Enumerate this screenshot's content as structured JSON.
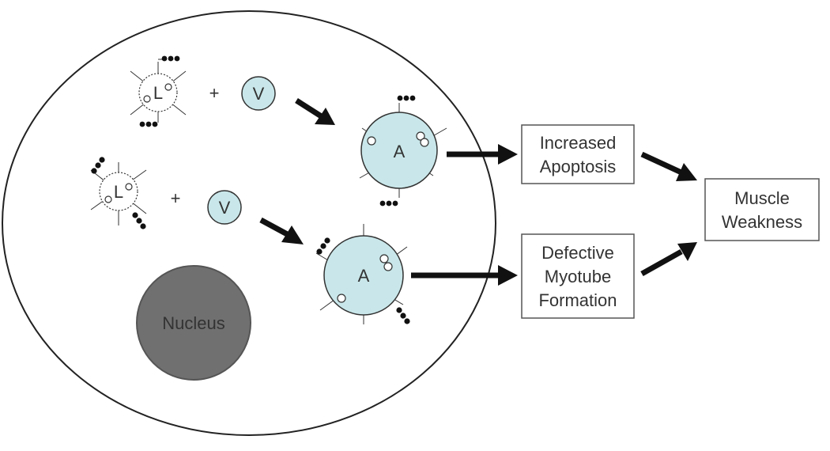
{
  "diagram": {
    "ligand_label": "L",
    "vesicle_label": "V",
    "aggregate_label": "A",
    "plus_sign": "+",
    "nucleus_label": "Nucleus",
    "outcome_apoptosis": [
      "Increased",
      "Apoptosis"
    ],
    "outcome_myotube": [
      "Defective",
      "Myotube",
      "Formation"
    ],
    "final_outcome": [
      "Muscle",
      "Weakness"
    ]
  },
  "colors": {
    "vesicle_fill": "#c9e7ea",
    "nucleus_fill": "#707070",
    "arrow": "#111111"
  }
}
